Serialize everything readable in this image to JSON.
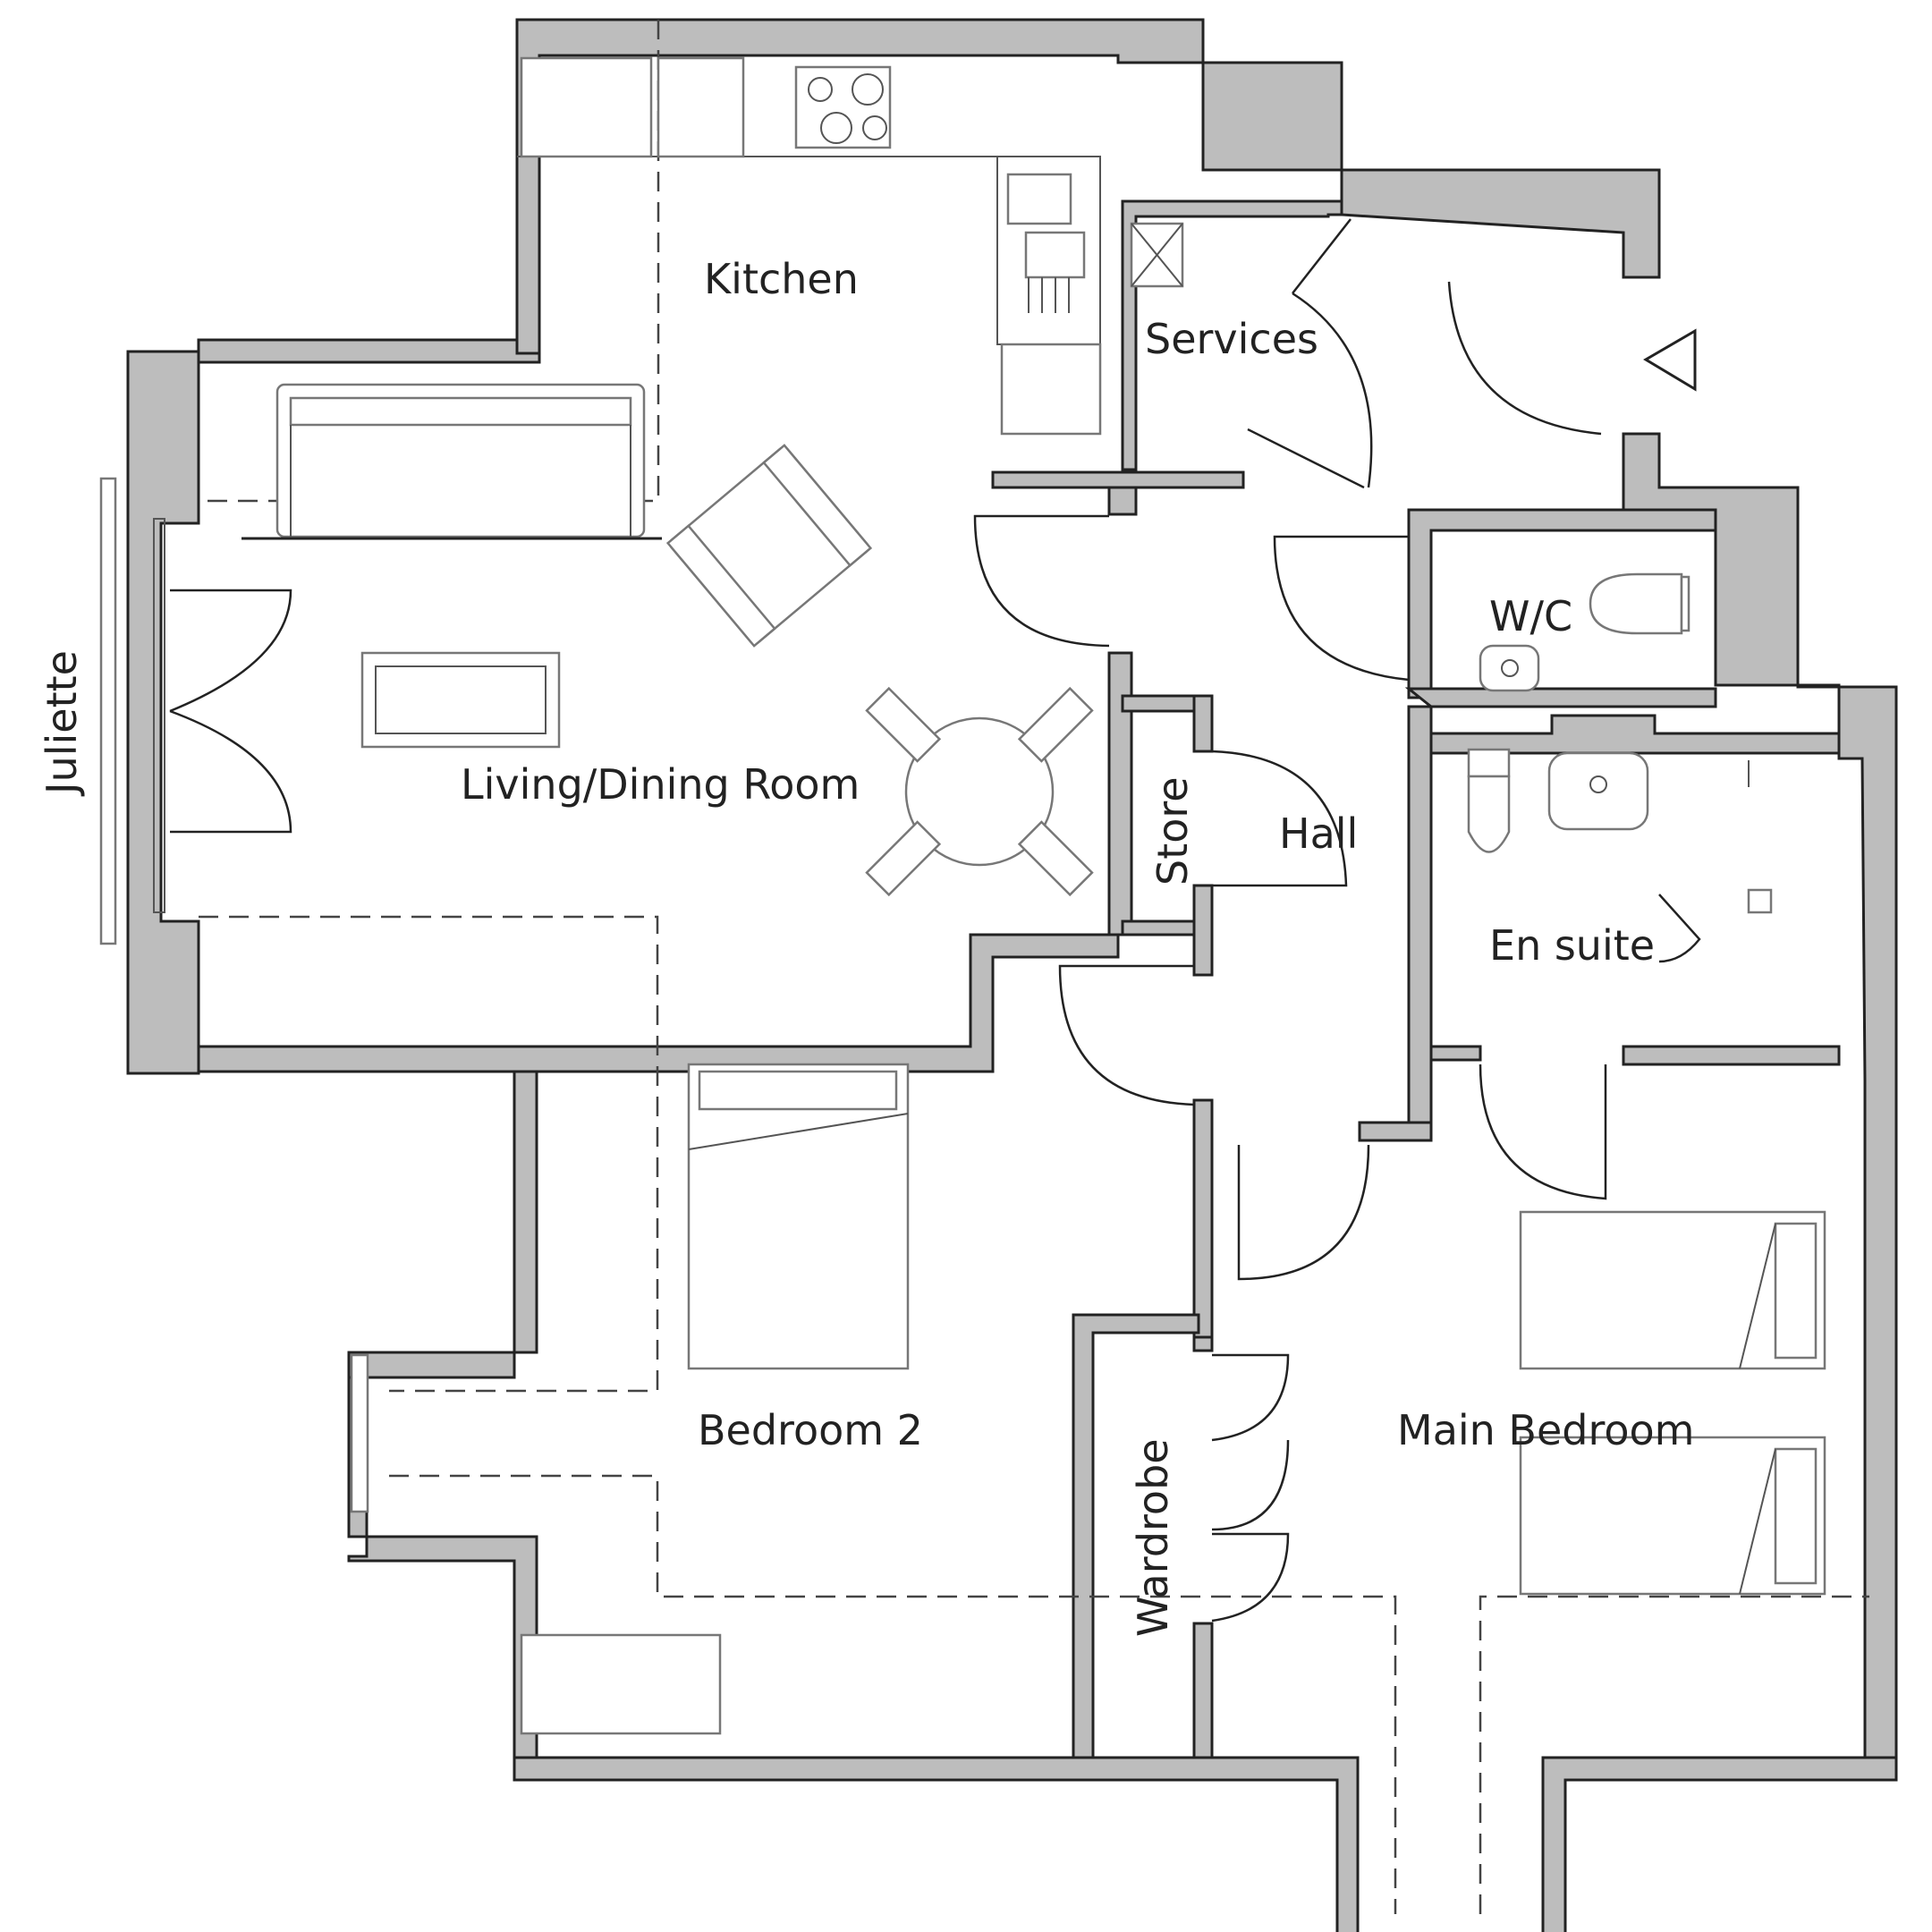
{
  "rooms": {
    "kitchen": "Kitchen",
    "services": "Services",
    "living": "Living/Dining Room",
    "wc": "W/C",
    "store": "Store",
    "hall": "Hall",
    "en_suite": "En suite",
    "bedroom2": "Bedroom 2",
    "main_bedroom": "Main Bedroom",
    "wardrobe": "Wardrobe",
    "juliette": "Juliette"
  },
  "colors": {
    "wall_fill": "#bdbdbd",
    "line": "#222222",
    "furniture": "#777777"
  },
  "icons": [
    "entrance-arrow-icon",
    "hob-icon",
    "sink-icon",
    "toilet-icon",
    "basin-icon",
    "shower-icon",
    "sofa-icon",
    "armchair-icon",
    "coffee-table-icon",
    "dining-table-icon",
    "double-bed-icon",
    "single-bed-icon",
    "radiator-icon",
    "window-icon"
  ]
}
